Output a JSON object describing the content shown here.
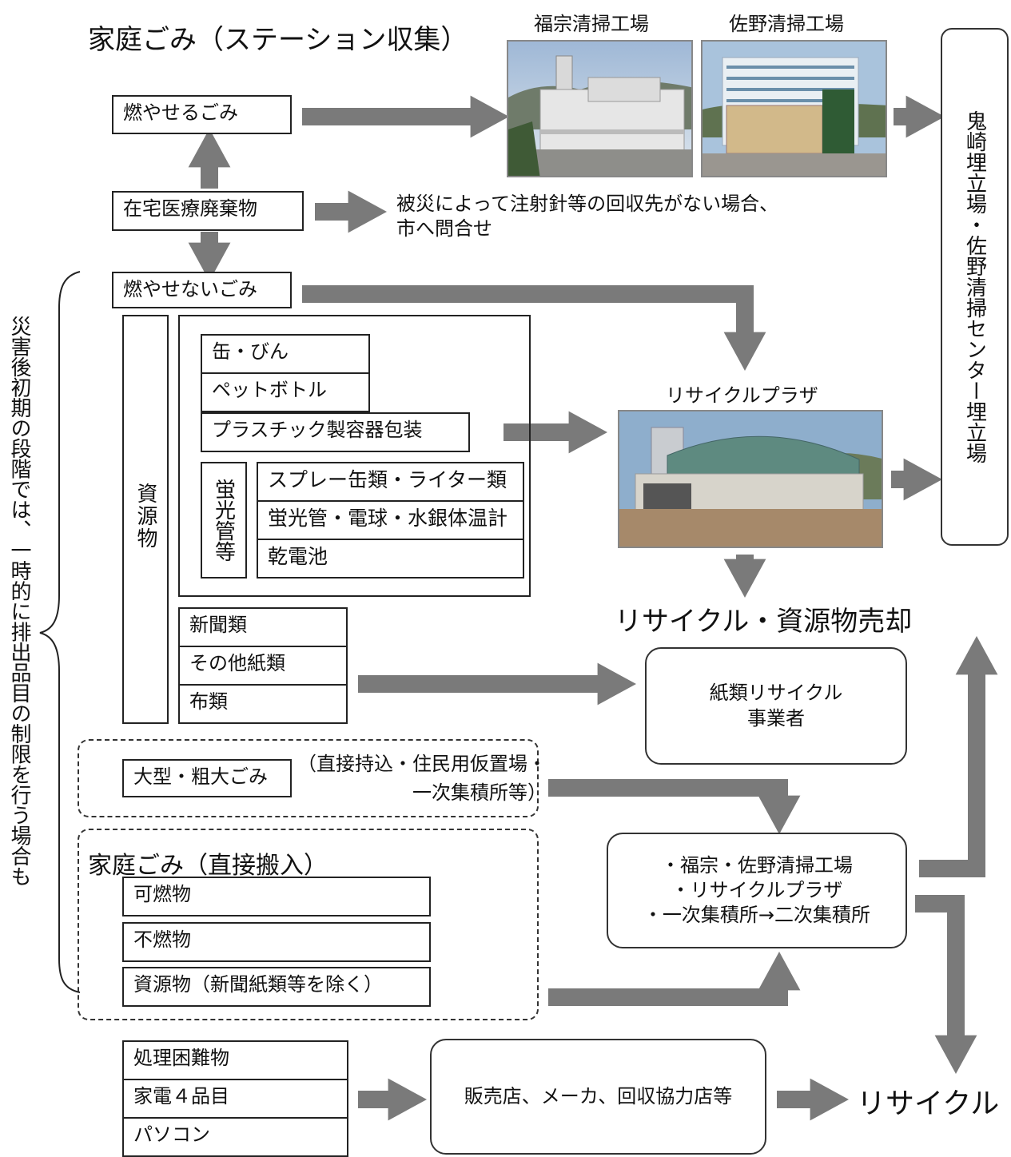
{
  "title": "家庭ごみ（ステーション収集）",
  "moyaseru": "燃やせるごみ",
  "zaitaku": "在宅医療廃棄物",
  "zaitaku_note": "被災によって注射針等の回収先がない場合、\n市へ問合せ",
  "moyasenai": "燃やせないごみ",
  "shigen_label": "資源物",
  "cans": "缶・びん",
  "pet": "ペットボトル",
  "plastic": "プラスチック製容器包装",
  "keikou_label": "蛍光管等",
  "spray": "スプレー缶類・ライター類",
  "keikoukan": "蛍光管・電球・水銀体温計",
  "battery": "乾電池",
  "shinbun": "新聞類",
  "other_paper": "その他紙類",
  "cloth": "布類",
  "ogata": "大型・粗大ごみ",
  "ogata_note": "（直接持込・住民用仮置場・\n一次集積所等）",
  "chokusetsu_title": "家庭ごみ（直接搬入）",
  "kanen": "可燃物",
  "funen": "不燃物",
  "shigen_direct": "資源物（新聞紙類等を除く）",
  "konnan": "処理困難物",
  "kaden": "家電４品目",
  "pc": "パソコン",
  "fukuso_label": "福宗清掃工場",
  "sano_label": "佐野清掃工場",
  "plaza_label": "リサイクルプラザ",
  "landfill": "鬼崎埋立場・佐野清掃センター埋立場",
  "recycle_sale": "リサイクル・資源物売却",
  "paper_recycler": "紙類リサイクル\n事業者",
  "facilities": "・福宗・佐野清掃工場\n・リサイクルプラザ\n・一次集積所→二次集積所",
  "shops": "販売店、メーカ、回収協力店等",
  "recycle": "リサイクル",
  "side_note": "災害後初期の段階では、一時的に排出品目の制限を行う場合も"
}
